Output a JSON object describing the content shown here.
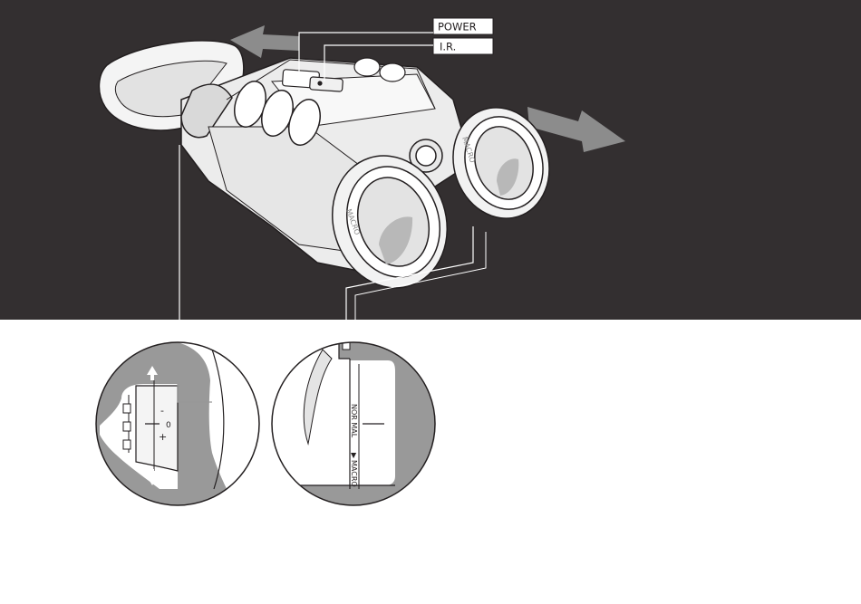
{
  "labels": {
    "power": "POWER",
    "ir": "I.R."
  },
  "lens_ring": {
    "macro_left": "MACRO",
    "macro_right": "MACRO"
  },
  "diopter_detail": {
    "minus": "-",
    "zero": "0",
    "plus": "+"
  },
  "focus_detail": {
    "normal": "NOR MAL",
    "macro": "MACRO"
  },
  "colors": {
    "background_dark": "#332f30",
    "background_light": "#ffffff",
    "arrow_gray": "#8c8c8c",
    "inset_gray": "#999999",
    "line_dark": "#231f20"
  }
}
